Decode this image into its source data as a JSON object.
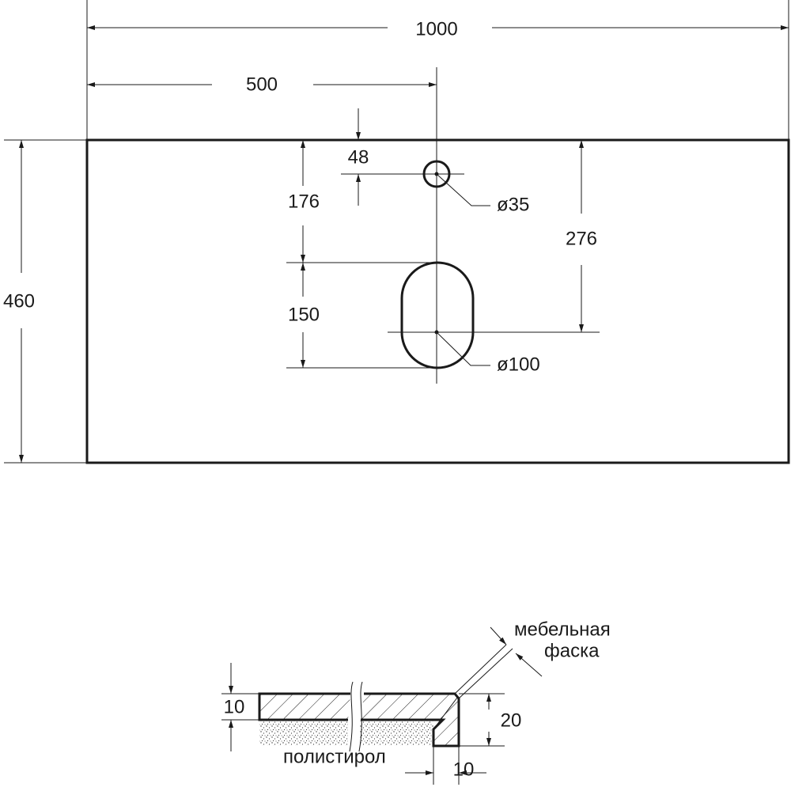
{
  "plan_view": {
    "overall_width": "1000",
    "center_offset": "500",
    "overall_depth": "460",
    "tap_hole_offset": "48",
    "tap_hole_diameter": "ø35",
    "drain_top_offset": "176",
    "drain_length": "150",
    "drain_center_offset": "276",
    "drain_diameter": "ø100"
  },
  "section_view": {
    "top_thickness": "10",
    "edge_height": "20",
    "edge_thickness": "10",
    "core_material": "полистирол",
    "chamfer_label_line1": "мебельная",
    "chamfer_label_line2": "фаска"
  },
  "colors": {
    "line": "#1a1a1a",
    "background": "#ffffff"
  }
}
